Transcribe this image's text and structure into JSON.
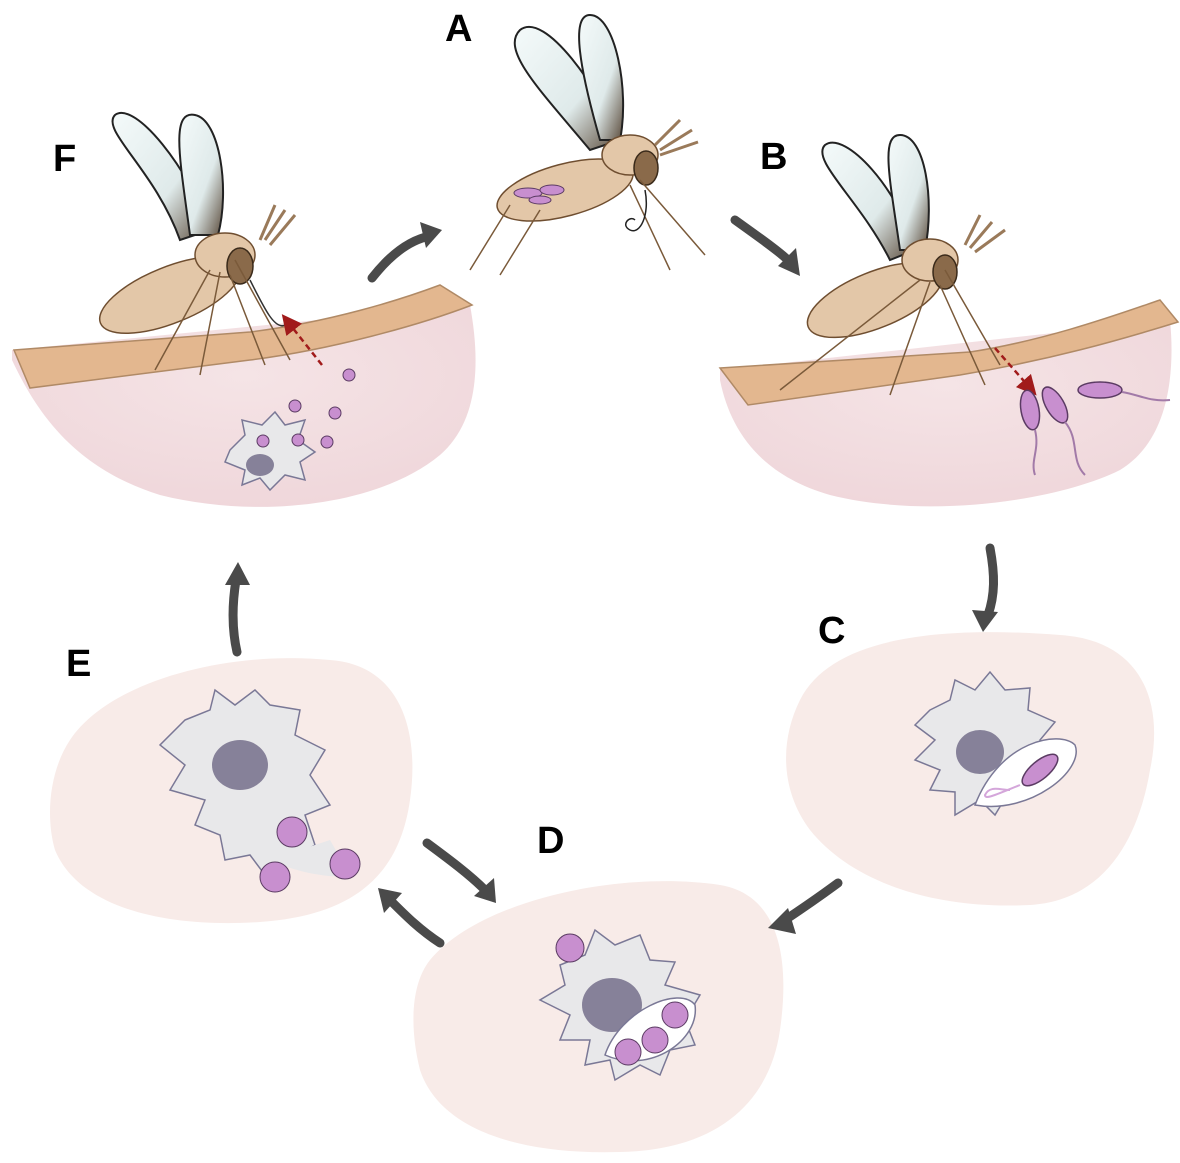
{
  "panels": [
    {
      "id": "A",
      "label": "A",
      "shows": "mosquito-in-flight-with-gut-parasites"
    },
    {
      "id": "B",
      "label": "B",
      "shows": "mosquito-feeding-injecting-promastigotes"
    },
    {
      "id": "C",
      "label": "C",
      "shows": "macrophage-phagocytosing-promastigote"
    },
    {
      "id": "D",
      "label": "D",
      "shows": "macrophage-with-amastigotes-in-vacuole"
    },
    {
      "id": "E",
      "label": "E",
      "shows": "amastigotes-released-from-macrophage"
    },
    {
      "id": "F",
      "label": "F",
      "shows": "mosquito-feeding-taking-up-infected-cells"
    }
  ],
  "cycle_order": [
    "A",
    "B",
    "C",
    "D",
    "E",
    "F"
  ],
  "colors": {
    "text": "#000000",
    "arrow": "#4a4a4a",
    "skin": "#e3b78f",
    "skin_edge": "#b08a66",
    "tissue": "#f3dfe2",
    "tissue_light": "#f8ebe8",
    "cell": "#e8e8ea",
    "cell_edge": "#7a7896",
    "nucleus": "#868199",
    "parasite": "#c88fcf",
    "parasite_dark": "#5b3b63",
    "vector_body": "#e3c7a8",
    "vector_edge": "#6f4e30",
    "vector_eye": "#8a6a4a",
    "wing": "#e9f2f2",
    "proboscis_arrow": "#a11b1b"
  },
  "icons": {
    "vector": "sand-fly-icon",
    "host_cell": "macrophage-icon",
    "flagellate": "promastigote-icon",
    "round_form": "amastigote-icon"
  }
}
